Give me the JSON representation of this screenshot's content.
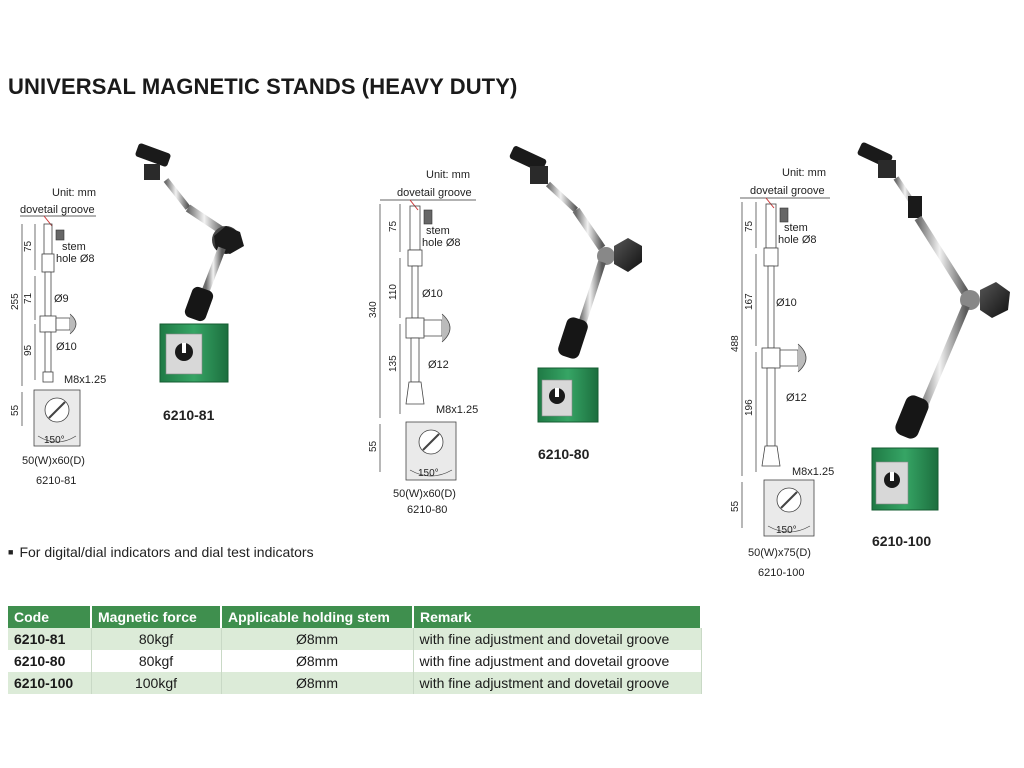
{
  "page": {
    "title": "UNIVERSAL MAGNETIC STANDS (HEAVY DUTY)"
  },
  "feature": {
    "text": "For digital/dial indicators and dial test indicators"
  },
  "colors": {
    "accent_green": "#3f8f4e",
    "row_tint": "#dcebd8",
    "base_green": "#2f9a5a"
  },
  "drawings": {
    "d81": {
      "unit": "Unit: mm",
      "dovetail": "dovetail groove",
      "stem": "stem",
      "stem_hole": "hole Ø8",
      "dim_75": "75",
      "dim_total": "255",
      "dim_71": "71",
      "dim_95": "95",
      "dim_55": "55",
      "dia_upper": "Ø9",
      "dia_lower": "Ø10",
      "thread": "M8x1.25",
      "angle": "150°",
      "base_size": "50(W)x60(D)",
      "model": "6210-81"
    },
    "d80": {
      "unit": "Unit: mm",
      "dovetail": "dovetail groove",
      "stem": "stem",
      "stem_hole": "hole Ø8",
      "dim_75": "75",
      "dim_total": "340",
      "dim_110": "110",
      "dim_135": "135",
      "dim_55": "55",
      "dia_upper": "Ø10",
      "dia_lower": "Ø12",
      "thread": "M8x1.25",
      "angle": "150°",
      "base_size": "50(W)x60(D)",
      "model": "6210-80"
    },
    "d100": {
      "unit": "Unit: mm",
      "dovetail": "dovetail groove",
      "stem": "stem",
      "stem_hole": "hole Ø8",
      "dim_75": "75",
      "dim_total": "488",
      "dim_167": "167",
      "dim_196": "196",
      "dim_55": "55",
      "dia_upper": "Ø10",
      "dia_lower": "Ø12",
      "thread": "M8x1.25",
      "angle": "150°",
      "base_size": "50(W)x75(D)",
      "model": "6210-100"
    }
  },
  "photos": {
    "p81": {
      "caption": "6210-81"
    },
    "p80": {
      "caption": "6210-80"
    },
    "p100": {
      "caption": "6210-100"
    }
  },
  "table": {
    "headers": [
      "Code",
      "Magnetic force",
      "Applicable holding stem",
      "Remark"
    ],
    "rows": [
      {
        "code": "6210-81",
        "force": "80kgf",
        "stem": "Ø8mm",
        "remark": "with fine adjustment and dovetail groove"
      },
      {
        "code": "6210-80",
        "force": "80kgf",
        "stem": "Ø8mm",
        "remark": "with fine adjustment and dovetail groove"
      },
      {
        "code": "6210-100",
        "force": "100kgf",
        "stem": "Ø8mm",
        "remark": "with fine adjustment and dovetail groove"
      }
    ]
  }
}
